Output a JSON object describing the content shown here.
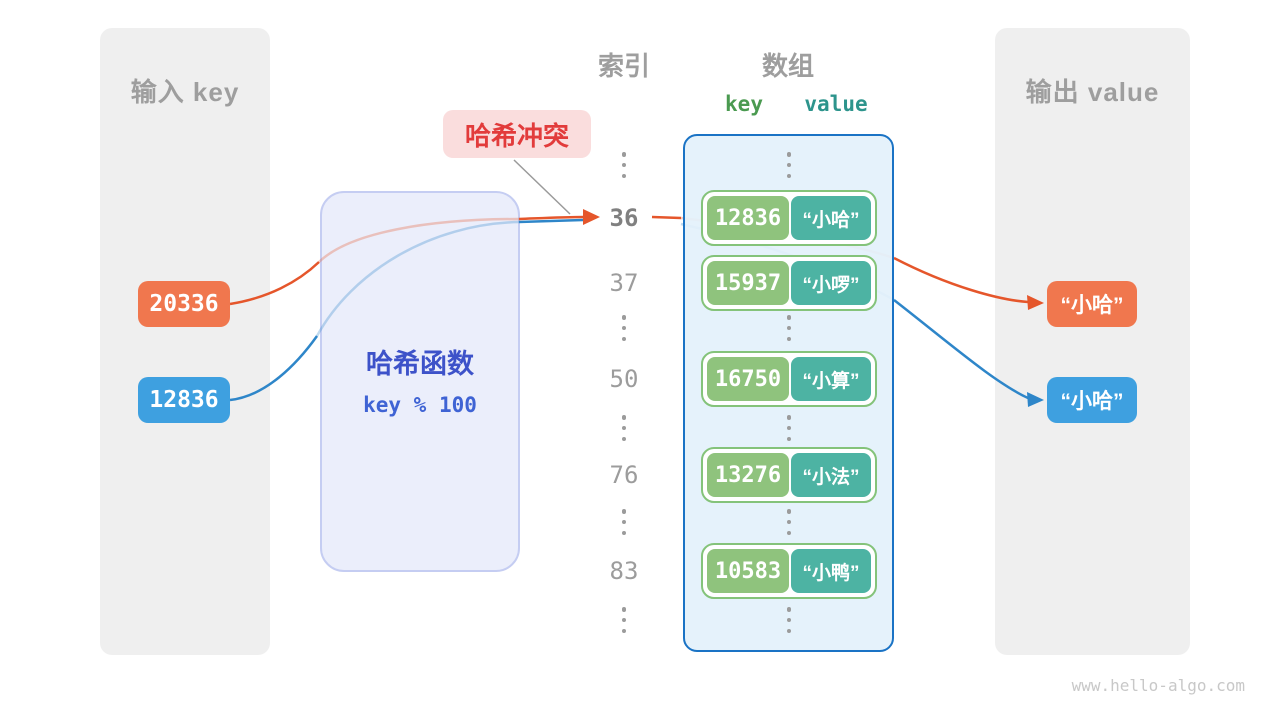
{
  "input_panel": {
    "title": "输入 key",
    "items": [
      {
        "label": "20336",
        "color": "#f0774e"
      },
      {
        "label": "12836",
        "color": "#3ea0e0"
      }
    ]
  },
  "hash_box": {
    "title": "哈希函数",
    "formula": "key % 100"
  },
  "collision_label": {
    "text": "哈希冲突"
  },
  "index_column": {
    "title": "索引",
    "values": [
      {
        "text": "36",
        "highlight": true
      },
      {
        "text": "37",
        "highlight": false
      },
      {
        "text": "50",
        "highlight": false
      },
      {
        "text": "76",
        "highlight": false
      },
      {
        "text": "83",
        "highlight": false
      }
    ]
  },
  "array_panel": {
    "title": "数组",
    "key_header": "key",
    "value_header": "value",
    "rows": [
      {
        "key": "12836",
        "value": "“小哈”"
      },
      {
        "key": "15937",
        "value": "“小啰”"
      },
      {
        "key": "16750",
        "value": "“小算”"
      },
      {
        "key": "13276",
        "value": "“小法”"
      },
      {
        "key": "10583",
        "value": "“小鸭”"
      }
    ]
  },
  "output_panel": {
    "title": "输出 value",
    "items": [
      {
        "label": "“小哈”",
        "color": "#f0774e"
      },
      {
        "label": "“小哈”",
        "color": "#3ea0e0"
      }
    ]
  },
  "watermark": "www.hello-algo.com",
  "colors": {
    "orange_chip": "#f0774e",
    "blue_chip": "#3ea0e0",
    "orange_line": "#e5562b",
    "blue_line": "#2e86c9",
    "key_green": "#8fc37d",
    "value_teal": "#4db3a3",
    "key_header_green": "#4a9a50",
    "value_header_teal": "#2d948c",
    "array_border_blue": "#1a73c5",
    "hash_text_blue": "#3d52c9",
    "collision_red": "#e23b3b"
  }
}
